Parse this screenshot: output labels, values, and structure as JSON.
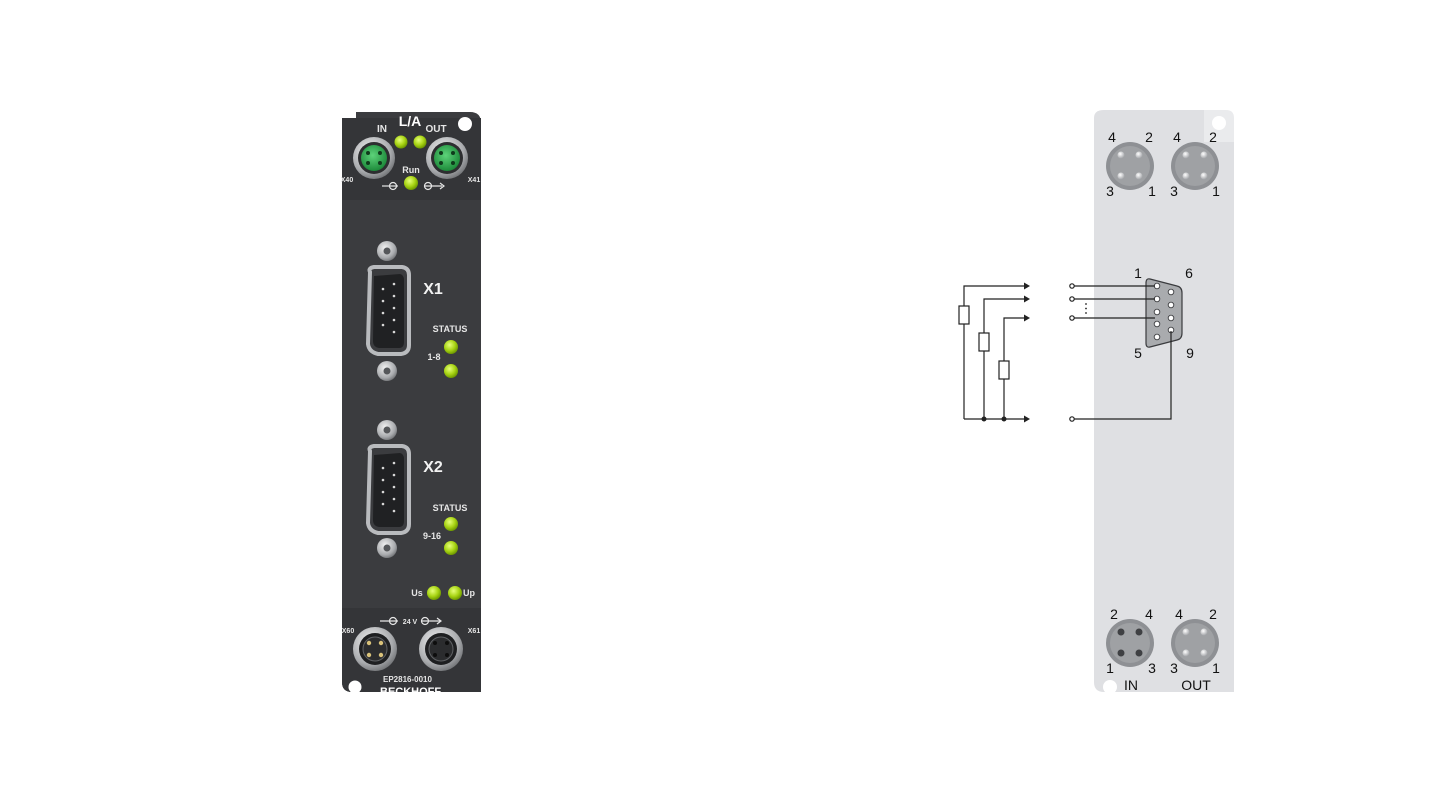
{
  "device": {
    "model": "EP2816-0010",
    "brand": "BECKHOFF",
    "ports": {
      "x40": "X40",
      "x41": "X41",
      "x60": "X60",
      "x61": "X61",
      "x1": "X1",
      "x2": "X2"
    },
    "labels": {
      "in": "IN",
      "out": "OUT",
      "la": "L/A",
      "run": "Run",
      "status": "STATUS",
      "range1": "1-8",
      "range2": "9-16",
      "us": "Us",
      "up": "Up",
      "v24": "24 V"
    },
    "colors": {
      "body": "#3b3c3f",
      "led": "#a8d414",
      "connector_green": "#27a348"
    }
  },
  "diagram": {
    "top_pins": {
      "left": [
        "4",
        "2",
        "3",
        "1"
      ],
      "right": [
        "4",
        "2",
        "3",
        "1"
      ]
    },
    "sub_d_pins": {
      "p1": "1",
      "p6": "6",
      "p5": "5",
      "p9": "9"
    },
    "bottom_pins": {
      "left": [
        "2",
        "4",
        "1",
        "3"
      ],
      "right": [
        "4",
        "2",
        "3",
        "1"
      ]
    },
    "bottom_labels": {
      "in": "IN",
      "out": "OUT"
    },
    "colors": {
      "plate": "#dfe0e3",
      "wire": "#222222"
    }
  }
}
